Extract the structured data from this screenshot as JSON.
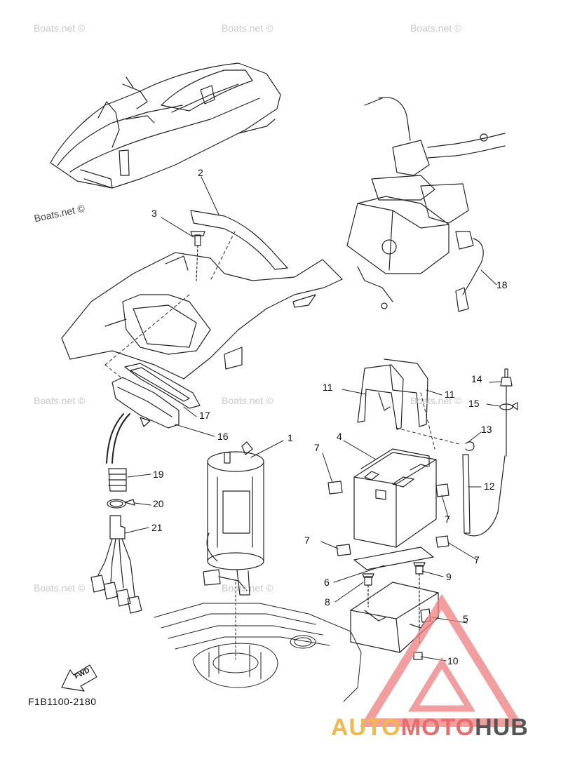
{
  "watermarks": [
    "Boats.net ©",
    "Boats.net ©",
    "Boats.net ©",
    "Boats.net ©",
    "Boats.net ©",
    "Boats.net ©",
    "Boats.net ©",
    "Boats.net ©",
    "Boats.net ©"
  ],
  "callouts": [
    "1",
    "2",
    "3",
    "4",
    "5",
    "6",
    "7",
    "7",
    "7",
    "7",
    "8",
    "9",
    "10",
    "11",
    "11",
    "12",
    "13",
    "14",
    "15",
    "16",
    "17",
    "18",
    "19",
    "20",
    "21"
  ],
  "fwd_label": "FWD",
  "diagram_code": "F1B1100-2180",
  "brand": {
    "part1": "AUTO",
    "part2": "MOTO",
    "part3": "HUB",
    "color1": "#f2b84b",
    "color2": "#e96b6b",
    "color3": "#555555"
  },
  "logo_color": "#f07e7e"
}
